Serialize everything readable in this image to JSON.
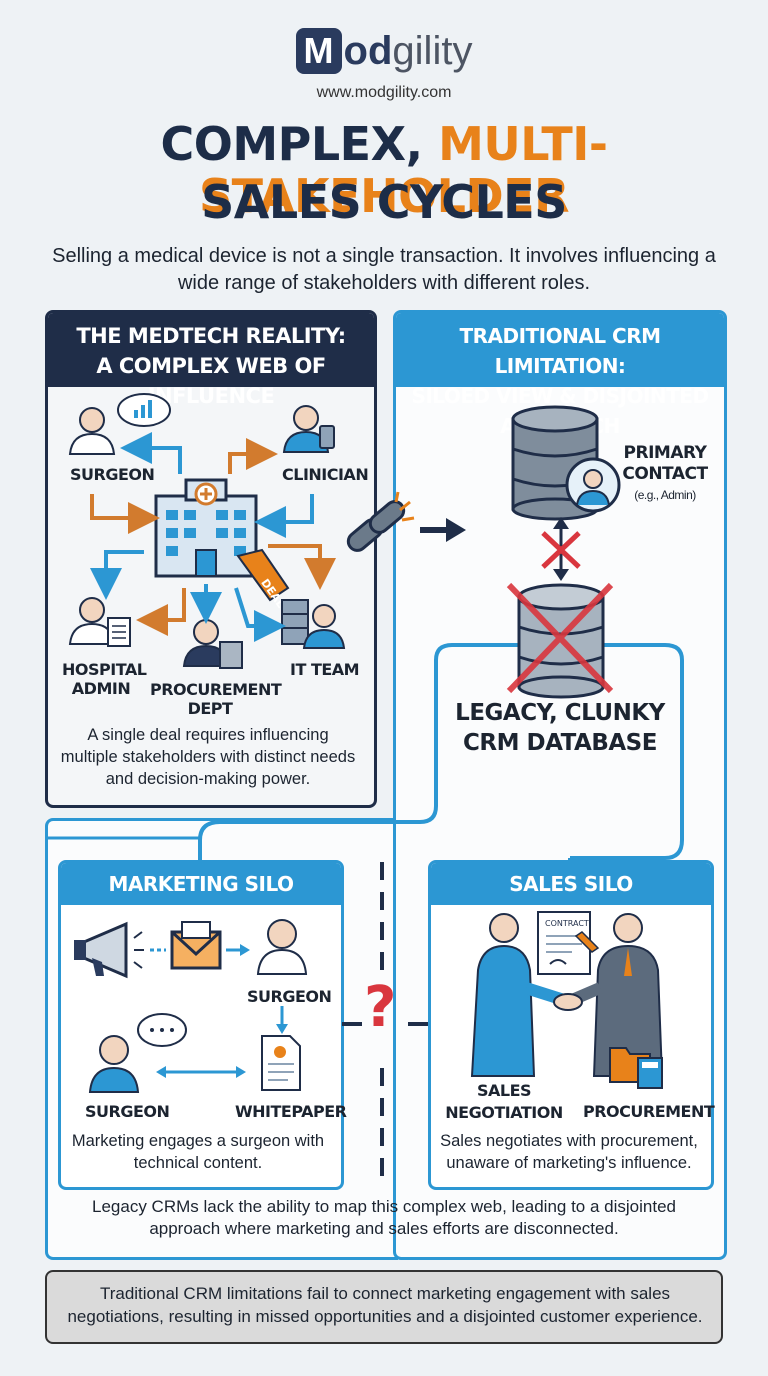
{
  "brand": {
    "logo_m": "M",
    "logo_od": "od",
    "logo_rest": "gility",
    "url": "www.modgility.com"
  },
  "title": {
    "part1": "COMPLEX, ",
    "part2": "MULTI-STAKEHOLDER",
    "line2": "SALES CYCLES"
  },
  "subtitle": "Selling a medical device is not a single transaction. It involves influencing a wide range of stakeholders with different roles.",
  "left_panel": {
    "heading_line1": "THE MEDTECH REALITY:",
    "heading_line2": "A COMPLEX WEB OF INFLUENCE",
    "stakeholders": {
      "surgeon": "SURGEON",
      "clinician": "CLINICIAN",
      "hospital_admin_1": "HOSPITAL",
      "hospital_admin_2": "ADMIN",
      "procurement_1": "PROCUREMENT",
      "procurement_2": "DEPT",
      "it_team": "IT TEAM"
    },
    "deal_tag": "DEAL",
    "description": "A single deal requires influencing multiple stakeholders with distinct needs and decision-making power."
  },
  "right_panel": {
    "heading_line1": "TRADITIONAL CRM LIMITATION:",
    "heading_line2": "SILOED VIEW & DISJOINTED APPROACH",
    "primary_contact_1": "PRIMARY",
    "primary_contact_2": "CONTACT",
    "primary_contact_note": "(e.g., Admin)",
    "legacy_1": "LEGACY, CLUNKY",
    "legacy_2": "CRM DATABASE"
  },
  "marketing_silo": {
    "heading": "MARKETING SILO",
    "surgeon_top": "SURGEON",
    "surgeon_bottom": "SURGEON",
    "whitepaper": "WHITEPAPER",
    "description": "Marketing engages a surgeon with technical content."
  },
  "sales_silo": {
    "heading": "SALES SILO",
    "contract": "CONTRACT",
    "negotiation_1": "SALES",
    "negotiation_2": "NEGOTIATION",
    "procurement": "PROCUREMENT",
    "description": "Sales negotiates with procurement, unaware of marketing's influence."
  },
  "divider_symbol": "?",
  "legacy_note": "Legacy CRMs lack the ability to map this complex web, leading to a disjointed approach where marketing and sales efforts are disconnected.",
  "footer": "Traditional CRM limitations fail to connect marketing engagement with sales negotiations, resulting in missed opportunities and a disjointed customer experience.",
  "colors": {
    "navy": "#1f2d48",
    "blue": "#2c97d3",
    "orange": "#e8821a",
    "red": "#d9363e"
  },
  "icons": [
    "person-icon",
    "hospital-icon",
    "deal-tag-icon",
    "server-icon",
    "database-icon",
    "broken-chain-icon",
    "megaphone-icon",
    "envelope-icon",
    "document-icon",
    "handshake-icon",
    "calculator-icon",
    "folder-icon"
  ]
}
